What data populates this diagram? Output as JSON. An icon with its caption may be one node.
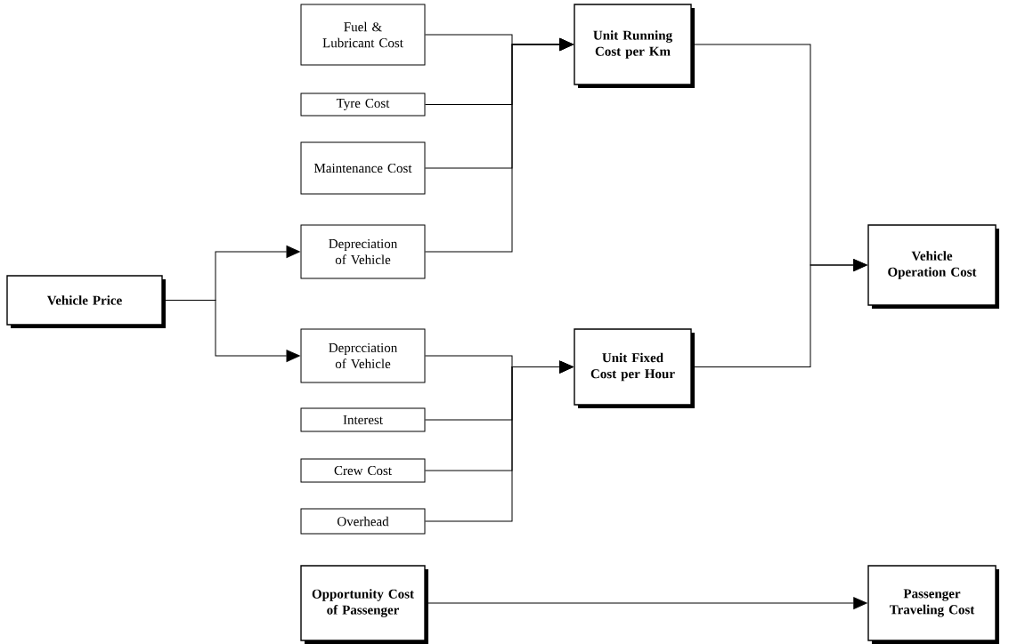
{
  "diagram": {
    "nodes": [
      {
        "text": [
          "Fuel & Lubricant Cost"
        ]
      },
      {
        "text": [
          "Tyre Cost"
        ]
      },
      {
        "text": [
          "Maintenance Cost"
        ]
      },
      {
        "text": [
          "Depreciation of Vehicle"
        ]
      },
      {
        "text": [
          "Unit Running Cost per Km"
        ]
      },
      {
        "text": [
          "Vehicle Price"
        ]
      },
      {
        "text": [
          "Deprcciation of Vehicle"
        ]
      },
      {
        "text": [
          "Unit Fixed Cost per Hour"
        ]
      },
      {
        "text": [
          "Interest"
        ]
      },
      {
        "text": [
          "Crew Cost"
        ]
      },
      {
        "text": [
          "Overhead"
        ]
      },
      {
        "text": [
          "Vehicle Operation Cost"
        ]
      },
      {
        "text": [
          "Opportunity Cost of Passenger"
        ]
      },
      {
        "text": [
          "Passenger Traveling Cost"
        ]
      }
    ],
    "edges": [
      {
        "from": 0,
        "to": 4,
        "arrow": "to"
      },
      {
        "from": 1,
        "to": 4,
        "arrow": "to"
      },
      {
        "from": 2,
        "to": 4,
        "arrow": "to"
      },
      {
        "from": 3,
        "to": 4,
        "arrow": "to"
      },
      {
        "from": 5,
        "to": 3,
        "arrow": "to"
      },
      {
        "from": 5,
        "to": 6,
        "arrow": "to"
      },
      {
        "from": 6,
        "to": 7,
        "arrow": "to"
      },
      {
        "from": 8,
        "to": 7,
        "arrow": "to"
      },
      {
        "from": 9,
        "to": 7,
        "arrow": "to"
      },
      {
        "from": 10,
        "to": 7,
        "arrow": "to"
      },
      {
        "from": 4,
        "to": 11,
        "arrow": "to"
      },
      {
        "from": 7,
        "to": 11,
        "arrow": "to"
      },
      {
        "from": 12,
        "to": 13,
        "arrow": "to"
      }
    ]
  }
}
